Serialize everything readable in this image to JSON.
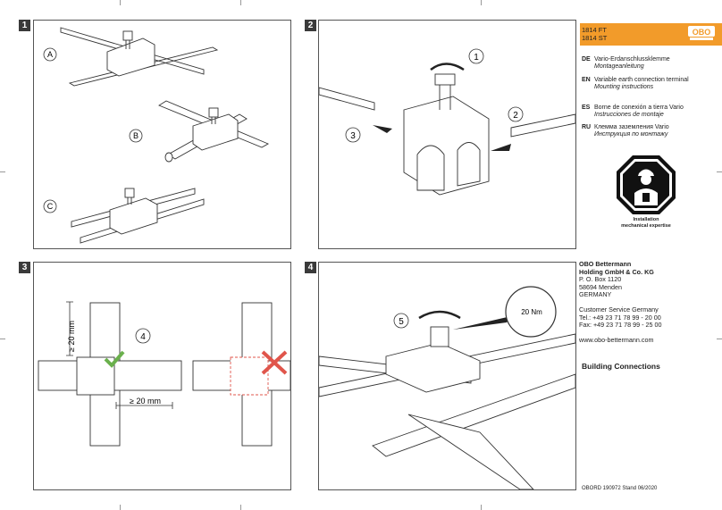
{
  "panels": [
    {
      "number": "1",
      "labels": [
        "A",
        "B",
        "C"
      ]
    },
    {
      "number": "2",
      "labels": [
        "1",
        "2",
        "3"
      ]
    },
    {
      "number": "3",
      "labels": [
        "4"
      ],
      "dim_vertical": "≥ 20 mm",
      "dim_horizontal": "≥ 20 mm"
    },
    {
      "number": "4",
      "labels": [
        "5"
      ],
      "torque": "20 Nm"
    }
  ],
  "header": {
    "product1": "1814 FT",
    "product2": "1814 ST",
    "logo_text": "OBO"
  },
  "languages": [
    {
      "code": "DE",
      "title": "Vario-Erdanschlussklemme",
      "subtitle": "Montageanleitung"
    },
    {
      "code": "EN",
      "title": "Variable earth connection terminal",
      "subtitle": "Mounting instructions"
    },
    {
      "code": "ES",
      "title": "Borne de conexión a tierra Vario",
      "subtitle": "Instrucciones de montaje"
    },
    {
      "code": "RU",
      "title": "Клемма заземления Vario",
      "subtitle": "Инструкция по монтажу"
    }
  ],
  "installation": {
    "line1": "Installation",
    "line2": "mechanical expertise"
  },
  "address": {
    "company1": "OBO Bettermann",
    "company2": "Holding GmbH & Co. KG",
    "box": "P. O. Box 1120",
    "city": "58694 Menden",
    "country": "GERMANY",
    "service": "Customer Service Germany",
    "tel": "Tel.: +49 23 71 78 99 - 20 00",
    "fax": "Fax: +49 23 71 78 99 - 25 00",
    "web": "www.obo-bettermann.com"
  },
  "slogan": "Building Connections",
  "footer": "OBORD 190972 Stand 06/2020",
  "colors": {
    "accent": "#f29b2a",
    "check": "#6ab04c",
    "cross": "#e0554b"
  }
}
